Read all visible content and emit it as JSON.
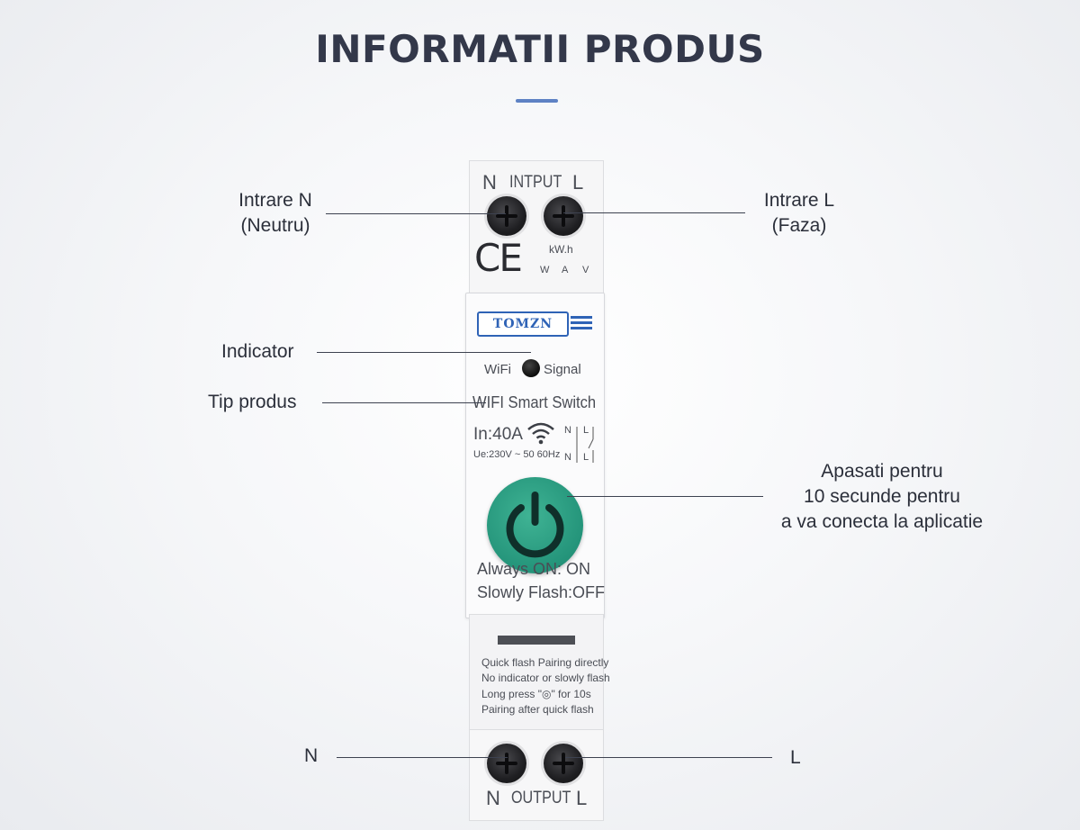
{
  "header": {
    "title": "INFORMATII PRODUS",
    "accent_color": "#5e82c4"
  },
  "callouts": {
    "input_n": {
      "line1": "Intrare N",
      "line2": "(Neutru)"
    },
    "input_l": {
      "line1": "Intrare L",
      "line2": "(Faza)"
    },
    "indicator": "Indicator",
    "product_type": "Tip produs",
    "press": {
      "line1": "Apasati pentru",
      "line2": "10 secunde pentru",
      "line3": "a va conecta la aplicatie"
    },
    "output_n": "N",
    "output_l": "L"
  },
  "device": {
    "top_n": "N",
    "top_input": "INTPUT",
    "top_l": "L",
    "ce_mark": "CE",
    "kwh": "kW.h",
    "meter_w": "W",
    "meter_a": "A",
    "meter_v": "V",
    "brand": "TOMZN",
    "brand_color": "#2f63b6",
    "wifi_label": "WiFi",
    "signal_label": "Signal",
    "product_name": "WIFI  Smart Switch",
    "rating": "In:40A",
    "voltage": "Ue:230V ~  50 60Hz",
    "schema_n1": "N",
    "schema_l1": "L",
    "schema_n2": "N",
    "schema_l2": "L",
    "power_color": "#24947a",
    "always_on": "Always ON: ON",
    "slowly_flash": "Slowly Flash:OFF",
    "instr1": "Quick flash Pairing directly",
    "instr2": "No indicator or slowly flash",
    "instr3": "Long press \"◎\"  for 10s",
    "instr4": "Pairing after quick flash",
    "bottom_n": "N",
    "bottom_output": "OUTPUT",
    "bottom_l": "L"
  }
}
